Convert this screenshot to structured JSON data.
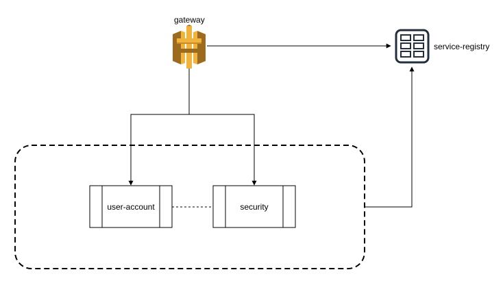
{
  "nodes": {
    "gateway": {
      "label": "gateway",
      "icon": "api-gateway-icon"
    },
    "service_registry": {
      "label": "service-registry",
      "icon": "server-rack-icon"
    },
    "user_account": {
      "label": "user-account"
    },
    "security": {
      "label": "security"
    }
  },
  "edges": [
    {
      "from": "gateway",
      "to": "service_registry",
      "style": "solid-arrow"
    },
    {
      "from": "gateway",
      "to": "user_account",
      "style": "solid-arrow"
    },
    {
      "from": "gateway",
      "to": "security",
      "style": "solid-arrow"
    },
    {
      "from": "user_account",
      "to": "security",
      "style": "dashed-line"
    },
    {
      "from": "group",
      "to": "service_registry",
      "style": "solid-arrow"
    }
  ],
  "colors": {
    "gateway_icon_dark": "#9D6B1F",
    "gateway_icon_light": "#F0B33C",
    "registry_icon": "#232F3E",
    "stroke": "#000000"
  }
}
